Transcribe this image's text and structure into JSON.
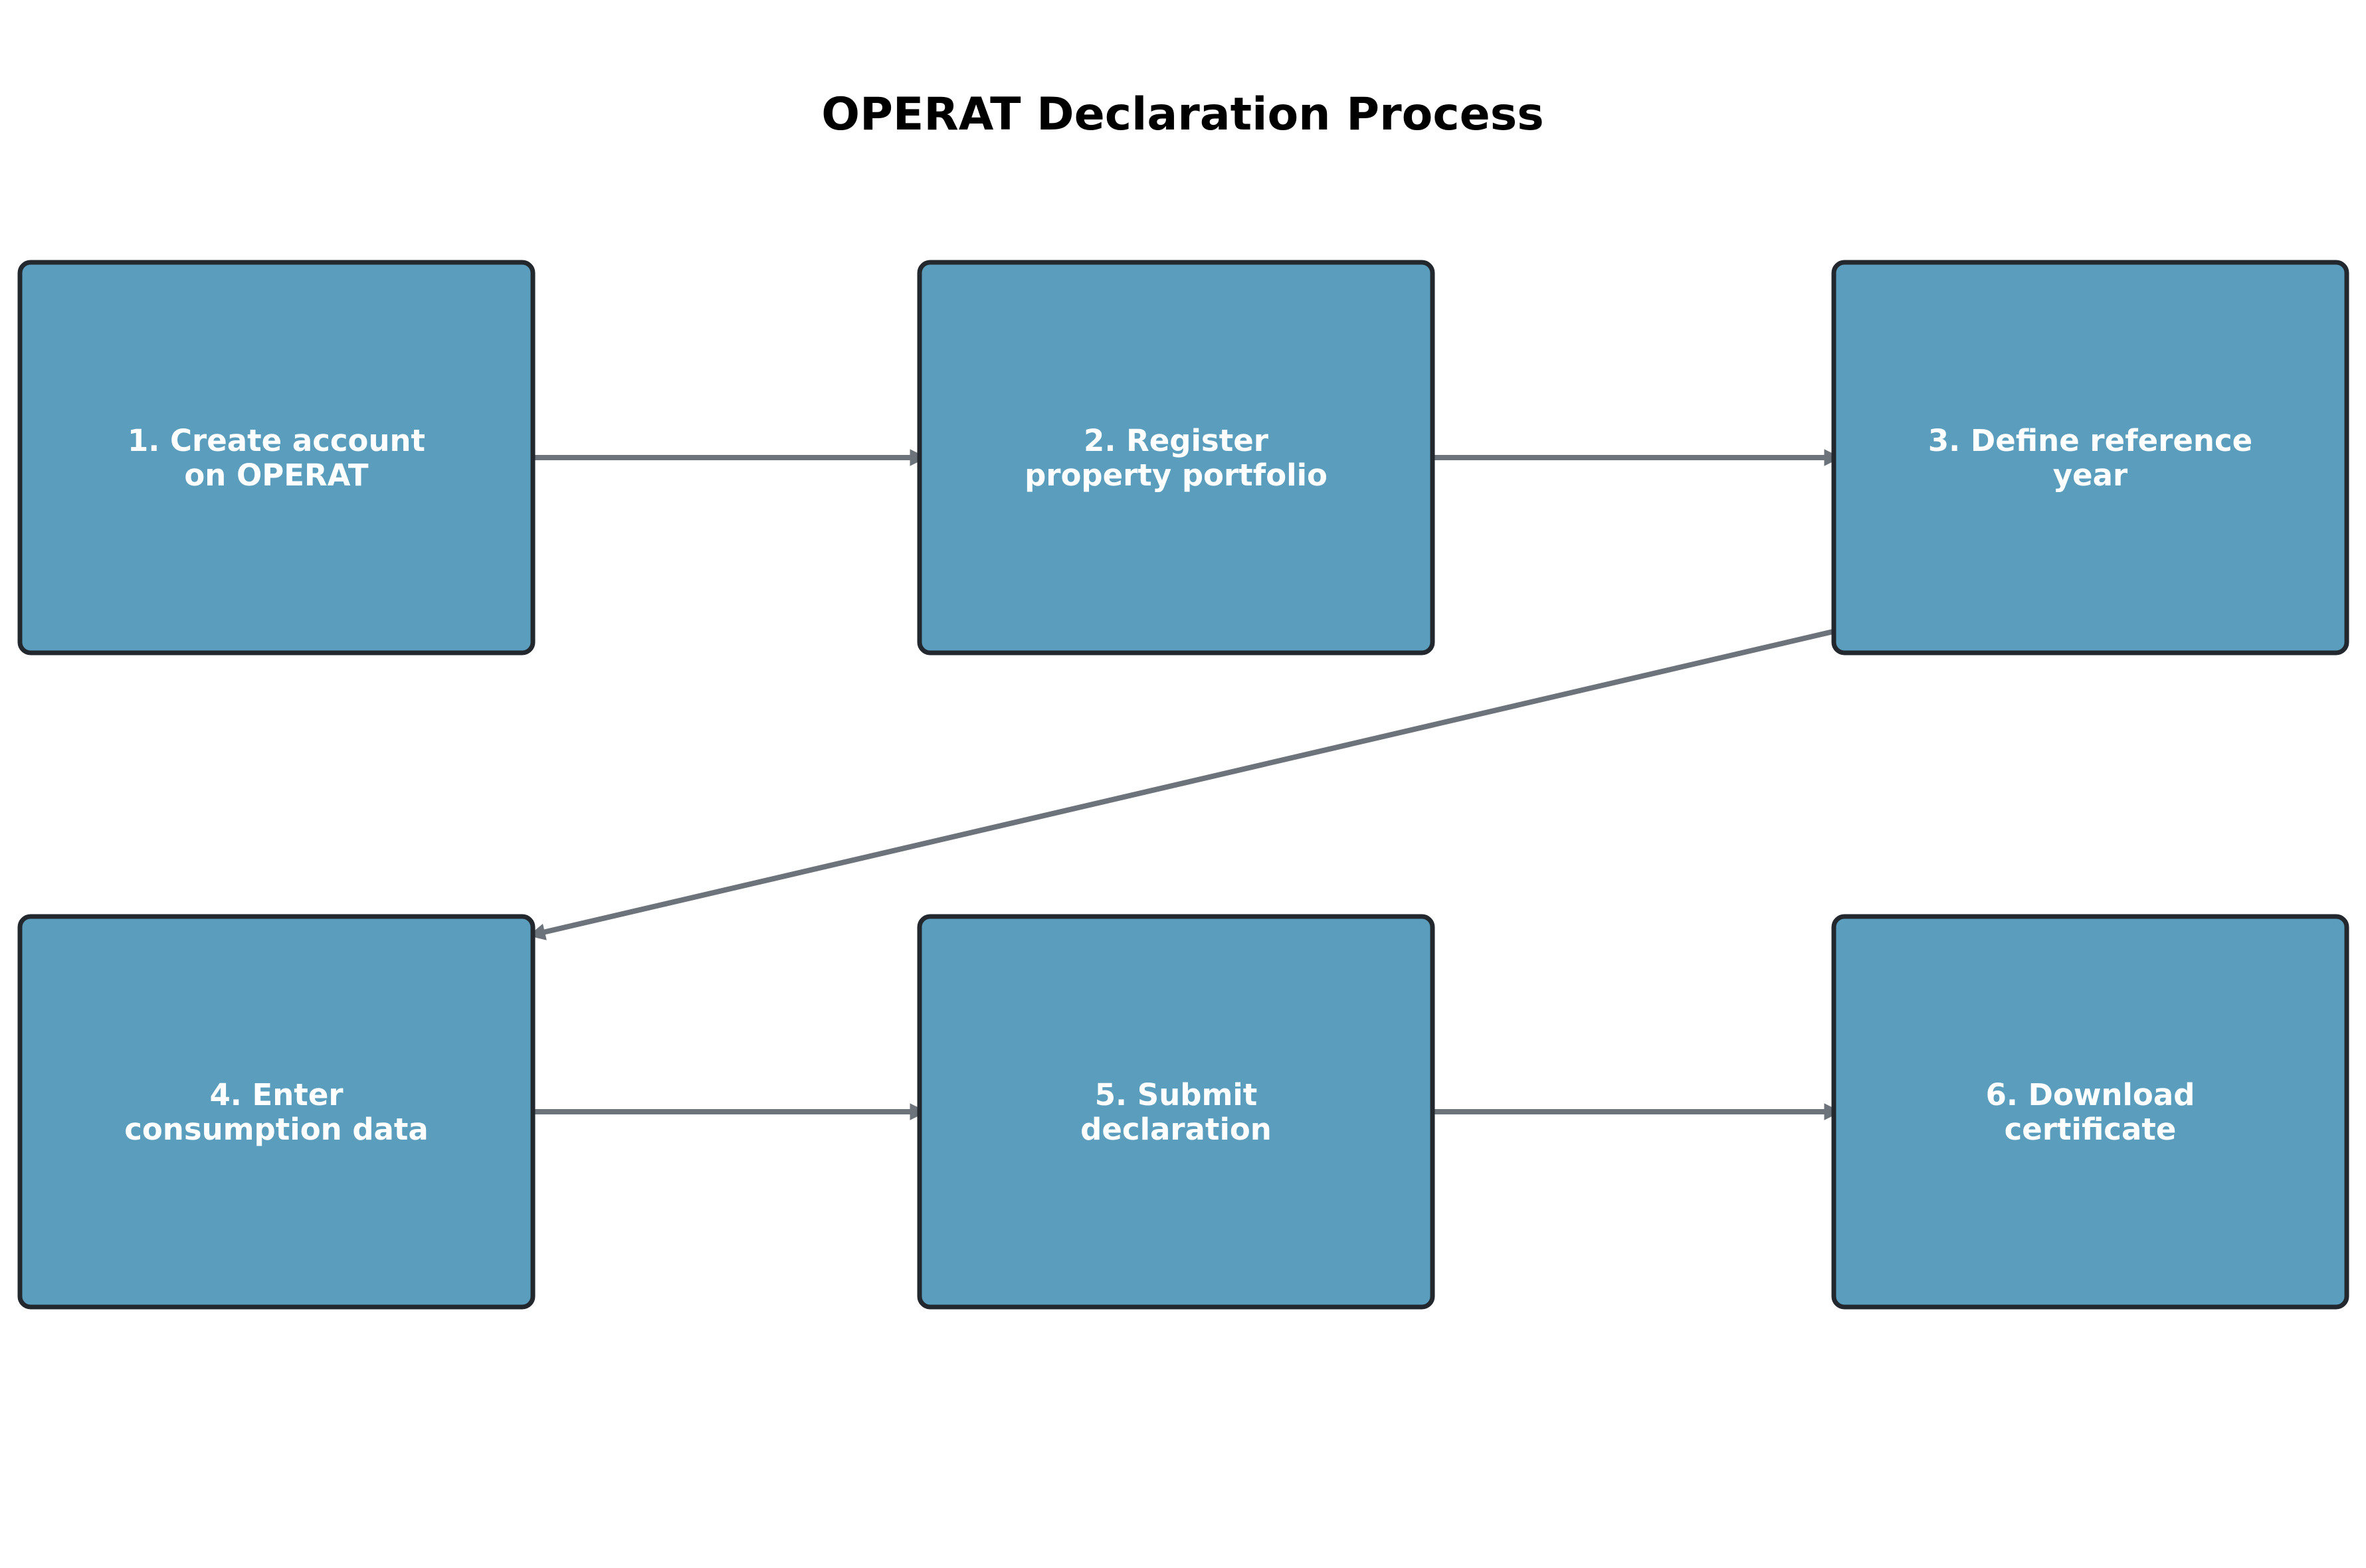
{
  "diagram": {
    "title": "OPERAT Declaration Process",
    "colors": {
      "node_fill": "#5a9dbc",
      "node_stroke": "#22282e",
      "edge": "#6c737b",
      "label": "#ffffff",
      "title": "#000000"
    },
    "nodes": [
      {
        "id": "step-1",
        "lines": [
          "1. Create account",
          "on OPERAT"
        ]
      },
      {
        "id": "step-2",
        "lines": [
          "2. Register",
          "property portfolio"
        ]
      },
      {
        "id": "step-3",
        "lines": [
          "3. Define reference",
          "year"
        ]
      },
      {
        "id": "step-4",
        "lines": [
          "4. Enter",
          "consumption data"
        ]
      },
      {
        "id": "step-5",
        "lines": [
          "5. Submit",
          "declaration"
        ]
      },
      {
        "id": "step-6",
        "lines": [
          "6. Download",
          "certificate"
        ]
      }
    ],
    "edges": [
      {
        "from": "step-1",
        "to": "step-2"
      },
      {
        "from": "step-2",
        "to": "step-3"
      },
      {
        "from": "step-3",
        "to": "step-4"
      },
      {
        "from": "step-4",
        "to": "step-5"
      },
      {
        "from": "step-5",
        "to": "step-6"
      }
    ]
  }
}
